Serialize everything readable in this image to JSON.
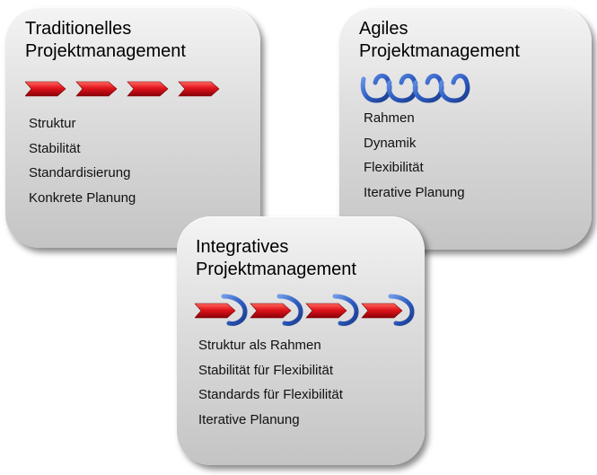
{
  "cards": {
    "traditional": {
      "title_line1": "Traditionelles",
      "title_line2": "Projektmanagement",
      "items": [
        "Struktur",
        "Stabilität",
        "Standardisierung",
        "Konkrete Planung"
      ],
      "icon": "red-arrow-chevron-row"
    },
    "agile": {
      "title_line1": "Agiles",
      "title_line2": "Projektmanagement",
      "items": [
        "Rahmen",
        "Dynamik",
        "Flexibilität",
        "Iterative Planung"
      ],
      "icon": "blue-loop-row"
    },
    "integrative": {
      "title_line1": "Integratives",
      "title_line2": "Projektmanagement",
      "items": [
        "Struktur als Rahmen",
        "Stabilität für Flexibilität",
        "Standards für Flexibilität",
        "Iterative Planung"
      ],
      "icon": "red-arrow-with-blue-loop-row"
    }
  },
  "colors": {
    "arrow_red": "#e0141c",
    "loop_blue": "#2f5ec4",
    "card_light": "#f4f4f4",
    "card_dark": "#c4c4c4"
  }
}
